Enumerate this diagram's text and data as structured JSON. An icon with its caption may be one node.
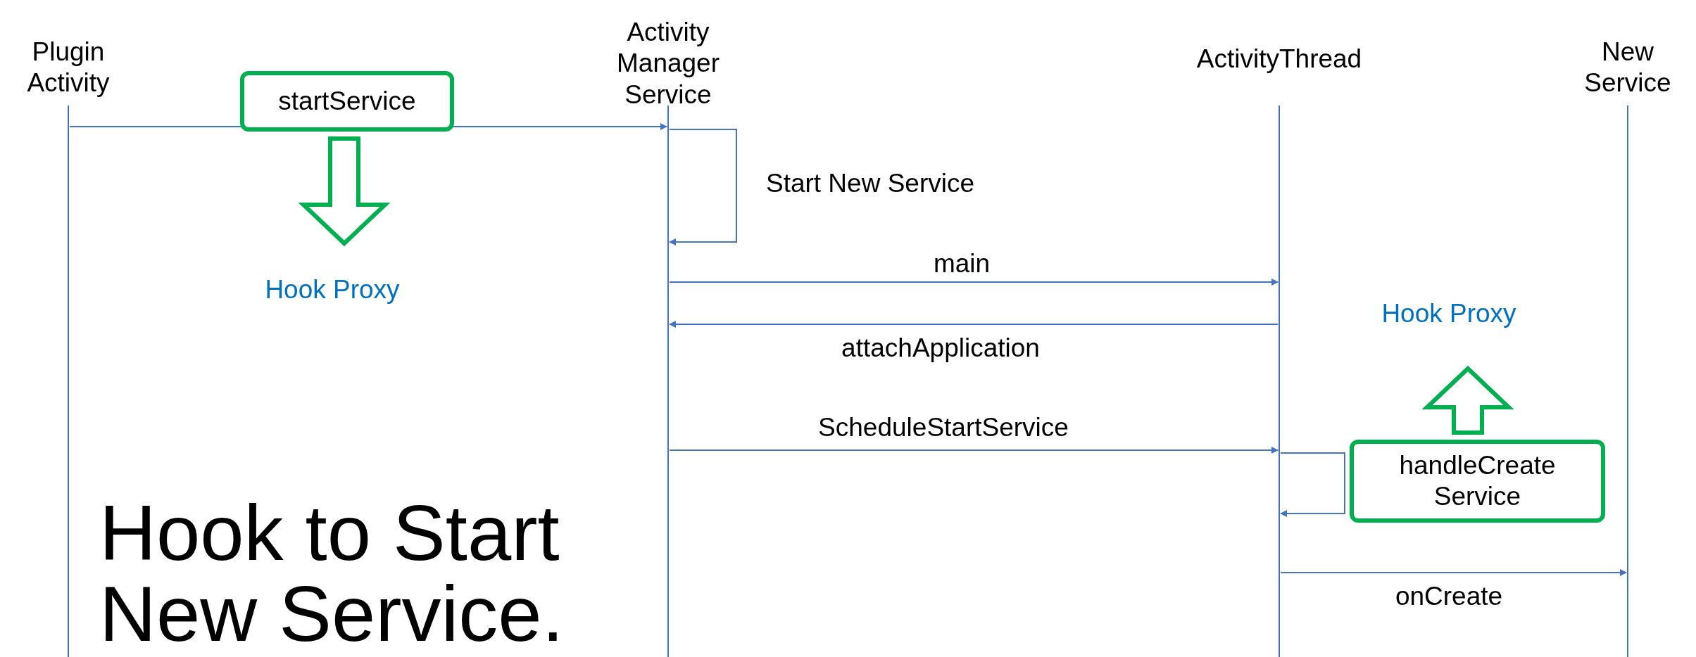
{
  "diagram": {
    "nodes": [
      {
        "text": [
          "Plugin Activity"
        ]
      },
      {
        "text": [
          "Activity Manager Service"
        ]
      },
      {
        "text": [
          "ActivityThread"
        ]
      },
      {
        "text": [
          "New Service"
        ]
      },
      {
        "text": [
          "startService"
        ]
      },
      {
        "text": [
          "Hook Proxy"
        ]
      },
      {
        "text": [
          "handleCreate Service"
        ]
      },
      {
        "text": [
          "Hook Proxy"
        ]
      }
    ],
    "edges": [
      {
        "from": 0,
        "to": 1,
        "arrow": "to"
      },
      {
        "from": 1,
        "to": 1,
        "arrow": "to",
        "label": "Start New Service"
      },
      {
        "from": 1,
        "to": 2,
        "arrow": "to",
        "label": "main"
      },
      {
        "from": 2,
        "to": 1,
        "arrow": "to",
        "label": "attachApplication"
      },
      {
        "from": 1,
        "to": 2,
        "arrow": "to",
        "label": "ScheduleStartService"
      },
      {
        "from": 2,
        "to": 2,
        "arrow": "to"
      },
      {
        "from": 2,
        "to": 3,
        "arrow": "to",
        "label": "onCreate"
      },
      {
        "from": 4,
        "to": 5,
        "arrow": "to",
        "style": "thick",
        "color": "#00b050"
      },
      {
        "from": 6,
        "to": 7,
        "arrow": "to",
        "style": "thick",
        "color": "#00b050"
      }
    ],
    "labels": [
      "Hook to Start New Service."
    ]
  }
}
